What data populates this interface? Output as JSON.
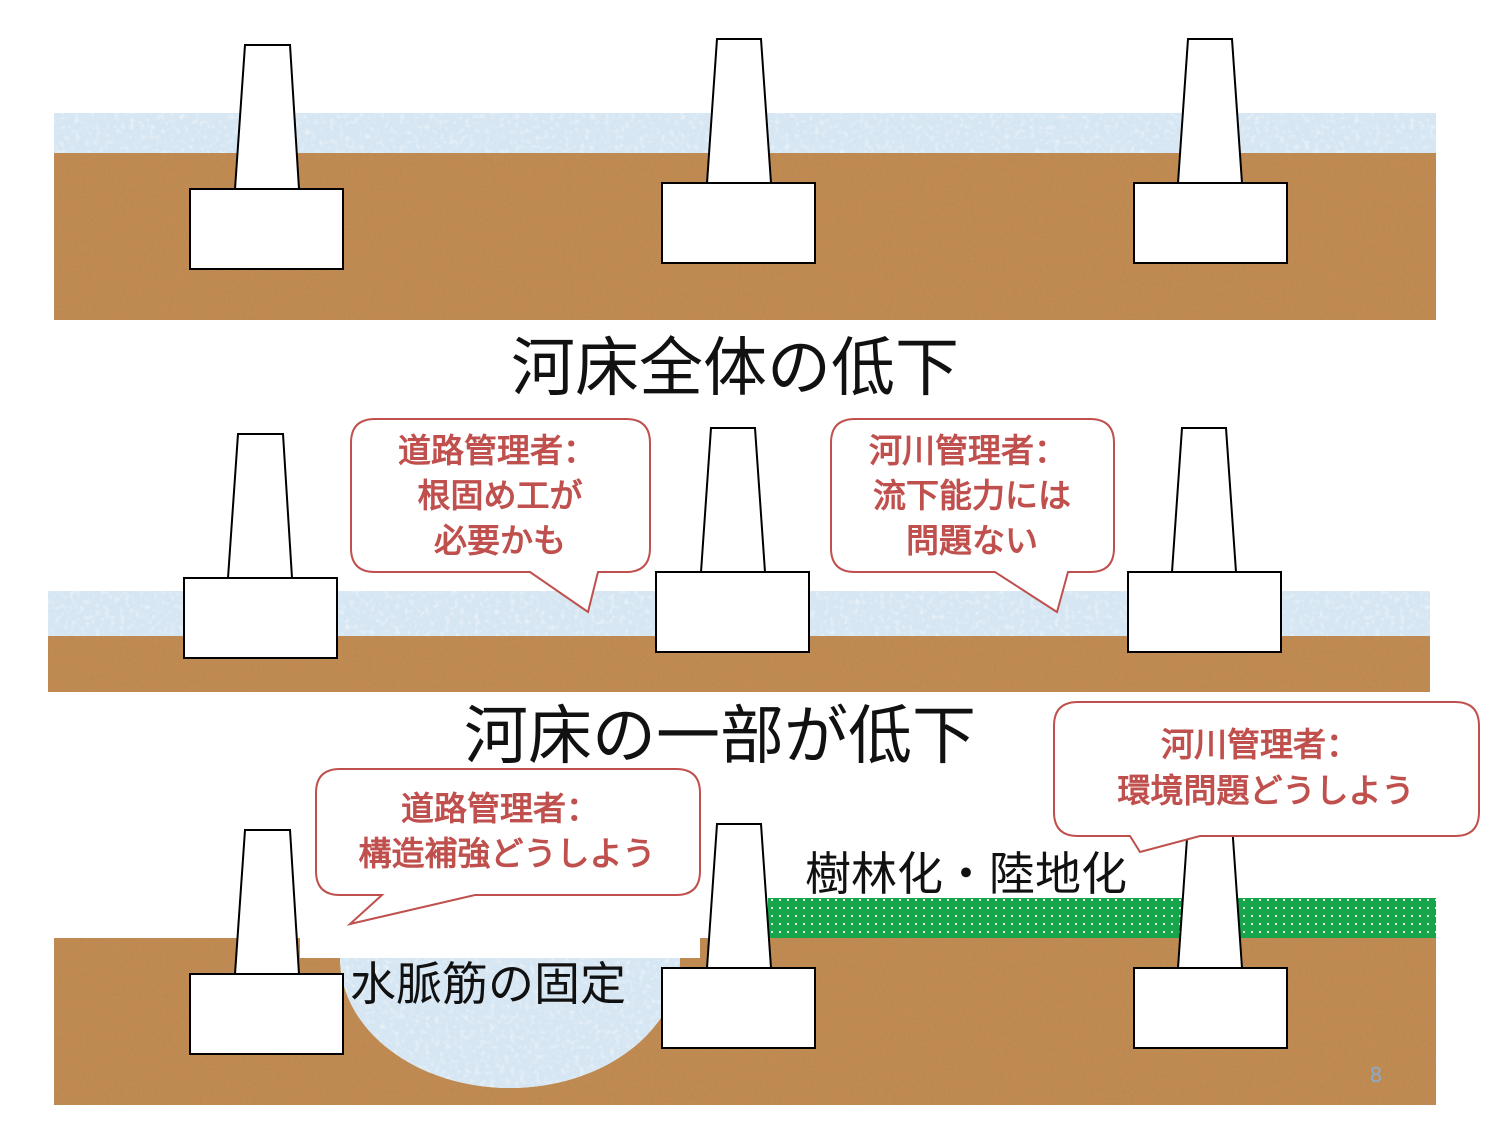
{
  "colors": {
    "soil": "#c08a52",
    "water": "#d6e6f3",
    "vegetation": "#16a54a",
    "callout": "#c0504d",
    "page_number": "#8aaccc"
  },
  "panel1": {
    "title": "河床全体の低下"
  },
  "panel2": {
    "title": "河床の一部が低下",
    "callout_road": [
      "道路管理者：",
      "根固め工が",
      "必要かも"
    ],
    "callout_river": [
      "河川管理者：",
      "流下能力には",
      "問題ない"
    ]
  },
  "panel3": {
    "callout_road": [
      "道路管理者：",
      "構造補強どうしよう"
    ],
    "callout_river": [
      "河川管理者：",
      "環境問題どうしよう"
    ],
    "vegetation_label": "樹林化・陸地化",
    "channel_label": "水脈筋の固定"
  },
  "page_number": "8"
}
